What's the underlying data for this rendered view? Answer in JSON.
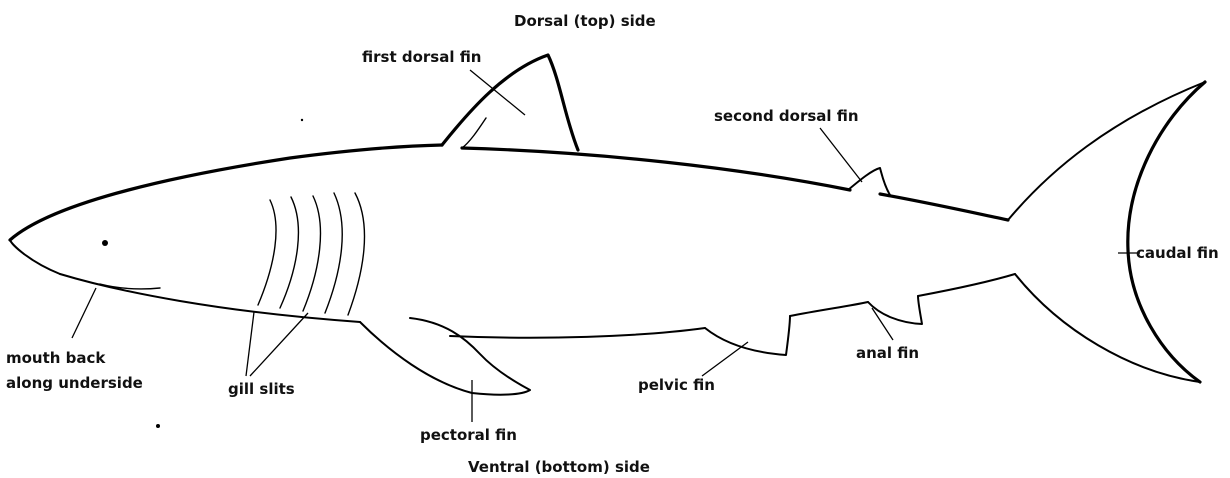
{
  "labels": {
    "dorsal_side": "Dorsal (top) side",
    "ventral_side": "Ventral (bottom) side",
    "first_dorsal_fin": "first dorsal fin",
    "second_dorsal_fin": "second dorsal fin",
    "caudal_fin": "caudal fin",
    "mouth_line1": "mouth back",
    "mouth_line2": "along underside",
    "gill_slits": "gill slits",
    "pectoral_fin": "pectoral fin",
    "pelvic_fin": "pelvic fin",
    "anal_fin": "anal fin"
  }
}
